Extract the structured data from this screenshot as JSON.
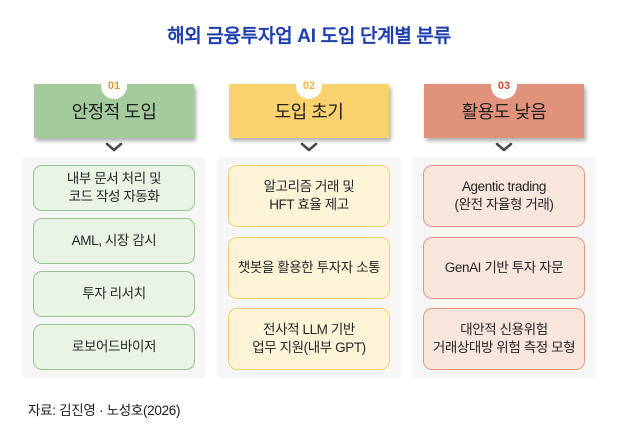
{
  "title": "해외 금융투자업 AI 도입 단계별 분류",
  "source": "자료: 김진영 · 노성호(2026)",
  "palette": {
    "title_blue": "#1d3fae",
    "panel_bg": "#f6f6f6",
    "green_header": "#a4cb9c",
    "green_item_bg": "#eaf4e5",
    "green_item_border": "#97c491",
    "yellow_header": "#f9d26e",
    "yellow_item_bg": "#fdf4d7",
    "yellow_item_border": "#f3d079",
    "salmon_header": "#e0927a",
    "salmon_item_bg": "#f8e5db",
    "salmon_item_border": "#e2987f",
    "badge_01": "#d79a3a",
    "badge_02": "#e7b54d",
    "badge_03": "#c94b36"
  },
  "columns": [
    {
      "number": "01",
      "label": "안정적 도입",
      "items": [
        "내부 문서 처리 및\n코드 작성 자동화",
        "AML, 시장 감시",
        "투자 리서치",
        "로보어드바이저"
      ]
    },
    {
      "number": "02",
      "label": "도입 초기",
      "items": [
        "알고리즘 거래 및\nHFT 효율 제고",
        "챗봇을 활용한 투자자 소통",
        "전사적 LLM 기반\n업무 지원(내부 GPT)"
      ]
    },
    {
      "number": "03",
      "label": "활용도 낮음",
      "items": [
        "Agentic trading\n(완전 자율형 거래)",
        "GenAI 기반 투자 자문",
        "대안적 신용위험\n거래상대방 위험 측정 모형"
      ]
    }
  ]
}
